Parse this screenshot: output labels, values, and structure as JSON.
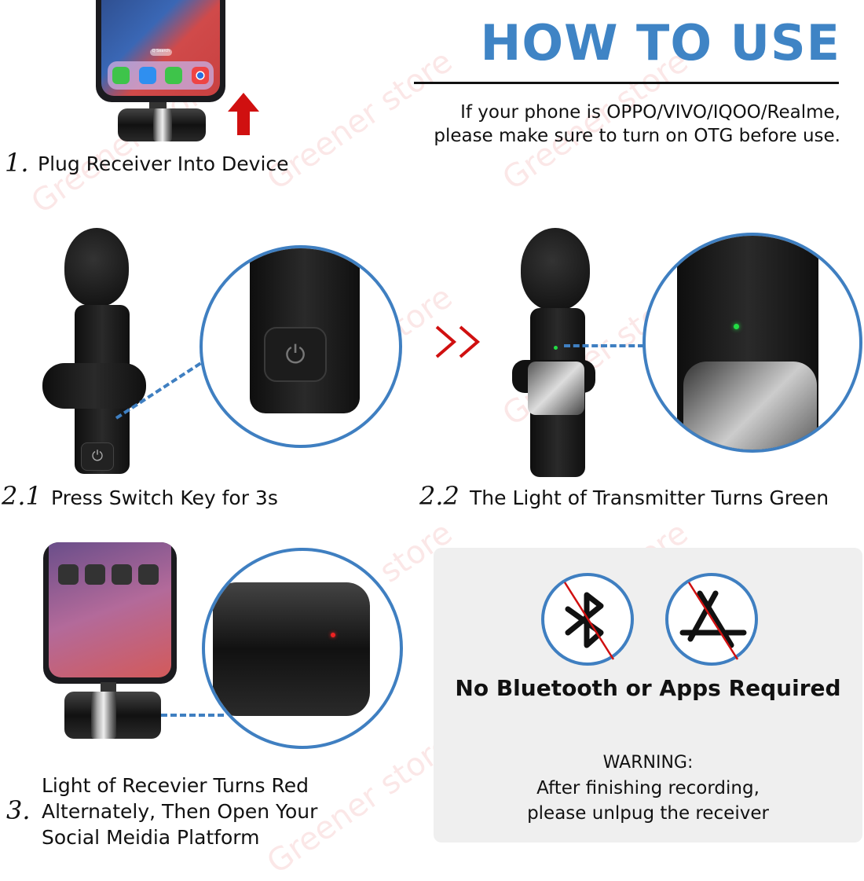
{
  "header": {
    "title": "HOW TO USE",
    "note_line1": "If your phone is OPPO/VIVO/IQOO/Realme,",
    "note_line2": "please make sure to turn on OTG before use."
  },
  "steps": [
    {
      "number": "1.",
      "lines": [
        "Plug Receiver Into Device"
      ]
    },
    {
      "number": "2.1",
      "lines": [
        "Press Switch Key for 3s"
      ]
    },
    {
      "number": "2.2",
      "lines": [
        "The Light of Transmitter Turns Green"
      ]
    },
    {
      "number": "3.",
      "lines": [
        "Light of Recevier Turns Red",
        "Alternately, Then Open Your",
        "Social Meidia Platform"
      ]
    }
  ],
  "phone_search_label": "Q Search",
  "panel": {
    "headline": "No Bluetooth or Apps Required",
    "warning_title": "WARNING:",
    "warning_line1": "After finishing recording,",
    "warning_line2": "please unlpug the receiver",
    "icons": [
      "bluetooth-crossed-icon",
      "app-store-crossed-icon"
    ]
  },
  "watermark": "Greener store",
  "colors": {
    "accent": "#3f84c5",
    "arrow": "#d01010",
    "led_green": "#22dd44",
    "led_red": "#ee2222",
    "panel_bg": "#efefef"
  }
}
